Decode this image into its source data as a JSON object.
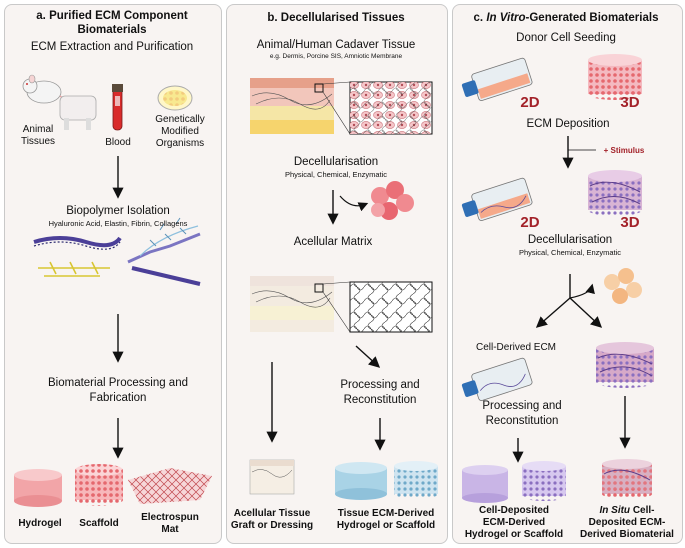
{
  "panels": {
    "a": {
      "title_line1": "a. Purified ECM Component",
      "title_line2": "Biomaterials",
      "extraction": "ECM Extraction and Purification",
      "animal": "Animal",
      "tissues": "Tissues",
      "blood": "Blood",
      "gmo1": "Genetically",
      "gmo2": "Modified",
      "gmo3": "Organisms",
      "isolation": "Biopolymer Isolation",
      "isolation_detail": "Hyaluronic Acid, Elastin, Fibrin, Collagens",
      "processing1": "Biomaterial Processing and",
      "processing2": "Fabrication",
      "out_hydrogel": "Hydrogel",
      "out_scaffold": "Scaffold",
      "out_mat1": "Electrospun",
      "out_mat2": "Mat"
    },
    "b": {
      "title": "b. Decellularised Tissues",
      "source": "Animal/Human Cadaver Tissue",
      "source_eg": "e.g. Dermis, Porcine SIS, Amniotic Membrane",
      "decell": "Decellularisation",
      "decell_methods": "Physical, Chemical, Enzymatic",
      "acellular": "Acellular Matrix",
      "processing1": "Processing and",
      "processing2": "Reconstitution",
      "out_left1": "Acellular Tissue",
      "out_left2": "Graft or Dressing",
      "out_right1": "Tissue ECM-Derived",
      "out_right2": "Hydrogel or Scaffold"
    },
    "c": {
      "title_prefix": "c.",
      "title_italic": "In Vitro",
      "title_rest": "-Generated Biomaterials",
      "seeding": "Donor Cell Seeding",
      "label_2d": "2D",
      "label_3d": "3D",
      "deposition": "ECM Deposition",
      "stimulus": "+ Stimulus",
      "decell": "Decellularisation",
      "decell_methods": "Physical, Chemical, Enzymatic",
      "cell_derived": "Cell-Derived ECM",
      "processing1": "Processing and",
      "processing2": "Reconstitution",
      "out_left1": "Cell-Deposited",
      "out_left2": "ECM-Derived",
      "out_left3": "Hydrogel or Scaffold",
      "out_right_italic": "In Situ",
      "out_right1": " Cell-",
      "out_right2": "Deposited ECM-",
      "out_right3": "Derived Biomaterial"
    }
  },
  "colors": {
    "panel_bg": "#f8f4f2",
    "accent_red": "#a3222a",
    "hydrogel_pink": "#f2a5a8",
    "hydrogel_blue": "#a9d3e6",
    "hydrogel_purple": "#c9b5e6"
  }
}
